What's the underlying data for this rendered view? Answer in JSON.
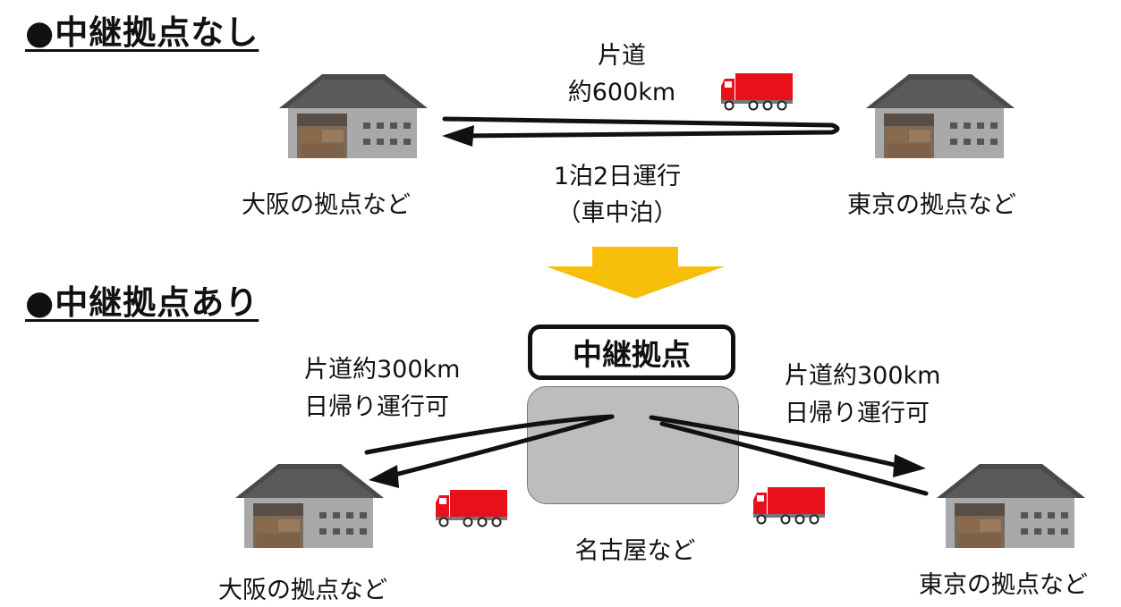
{
  "section_without": {
    "title": "●中継拠点なし"
  },
  "section_with": {
    "title": "●中継拠点あり"
  },
  "top": {
    "distance_line1": "片道",
    "distance_line2": "約600km",
    "operation_line1": "1泊2日運行",
    "operation_line2": "（車中泊）",
    "left_label": "大阪の拠点など",
    "right_label": "東京の拠点など"
  },
  "bottom": {
    "relay_title": "中継拠点",
    "relay_place": "名古屋など",
    "left_note_line1": "片道約300km",
    "left_note_line2": "日帰り運行可",
    "right_note_line1": "片道約300km",
    "right_note_line2": "日帰り運行可",
    "left_label": "大阪の拠点など",
    "right_label": "東京の拠点など"
  },
  "colors": {
    "arrow_yellow": "#f7bf0a",
    "truck_red": "#e8101a",
    "warehouse_wall": "#a9a9a9",
    "warehouse_roof": "#4a4a4a",
    "hub_gray": "#bdbdbd"
  },
  "icons": [
    "warehouse-icon",
    "truck-icon",
    "down-arrow-icon"
  ]
}
